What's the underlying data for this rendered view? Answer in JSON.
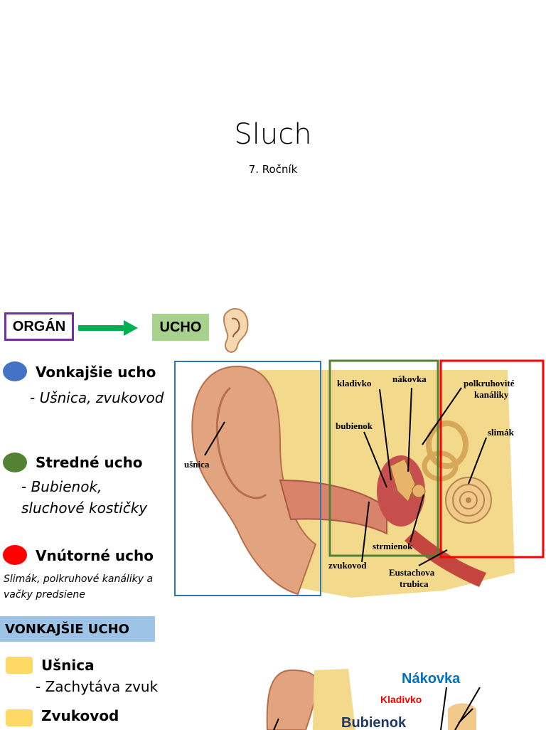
{
  "slide1": {
    "title": "Sluch",
    "subtitle": "7. Ročník"
  },
  "slide2": {
    "organ_label": "ORGÁN",
    "ucho_label": "UCHO",
    "sections": [
      {
        "heading": "Vonkajšie ucho",
        "detail": "- Ušnica, zvukovod",
        "color": "#4472c4"
      },
      {
        "heading": "Stredné ucho",
        "detail_lines": [
          "- Bubienok,",
          "sluchové kostičky"
        ],
        "color": "#548235"
      },
      {
        "heading": "Vnútorné ucho",
        "detail_lines": [
          "Slimák, polkruhové kanáliky a",
          "vačky predsiene"
        ],
        "color": "#ff0000"
      }
    ],
    "diagram_labels": {
      "usnica": "ušnica",
      "kladivko": "kladivko",
      "nakovka": "nákovka",
      "polkruhove1": "polkruhovité",
      "polkruhove2": "kanáliky",
      "bubienok": "bubienok",
      "slimak": "slimák",
      "strmienok": "strmienok",
      "zvukovod": "zvukovod",
      "eustachova": "Eustachova",
      "trubica": "trubica"
    },
    "box_colors": {
      "outer": "#2e75b6",
      "middle": "#548235",
      "inner": "#ff0000"
    }
  },
  "slide3": {
    "heading": "VONKAJŠIE UCHO",
    "items": [
      {
        "label": "Ušnica",
        "detail": "- Zachytáva zvuk"
      },
      {
        "label": "Zvukovod"
      }
    ],
    "diagram_labels": {
      "nakovka": "Nákovka",
      "kladivko": "Kladivko",
      "bubienok": "Bubienok"
    }
  }
}
